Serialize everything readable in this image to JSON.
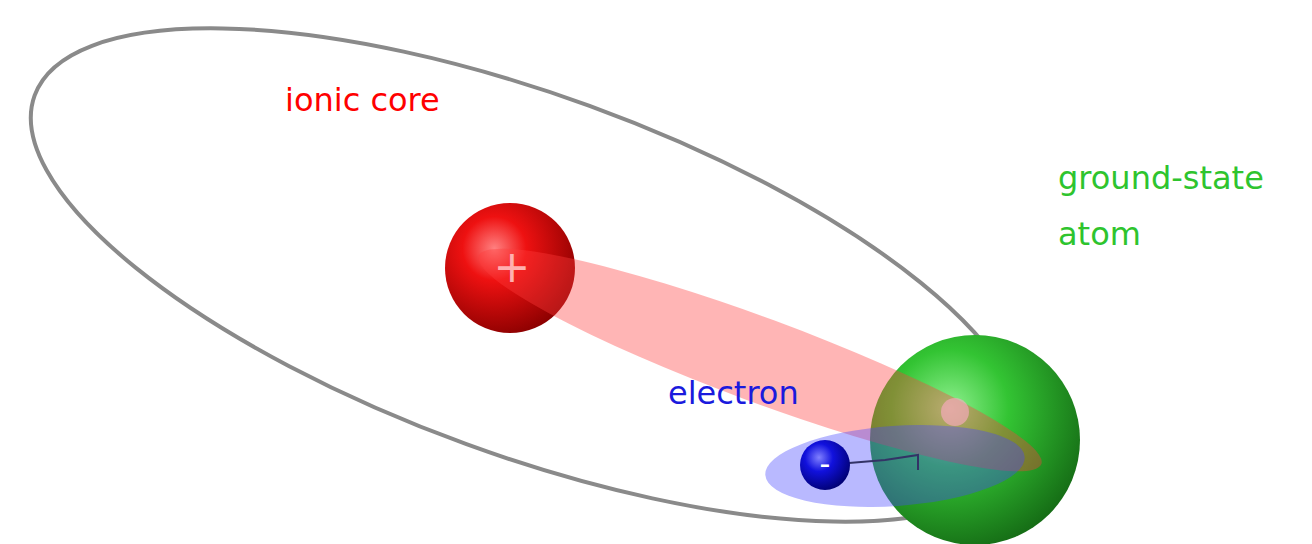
{
  "diagram": {
    "labels": [
      "ionic core",
      "+",
      "electron",
      "-",
      "ground-state atom"
    ]
  }
}
